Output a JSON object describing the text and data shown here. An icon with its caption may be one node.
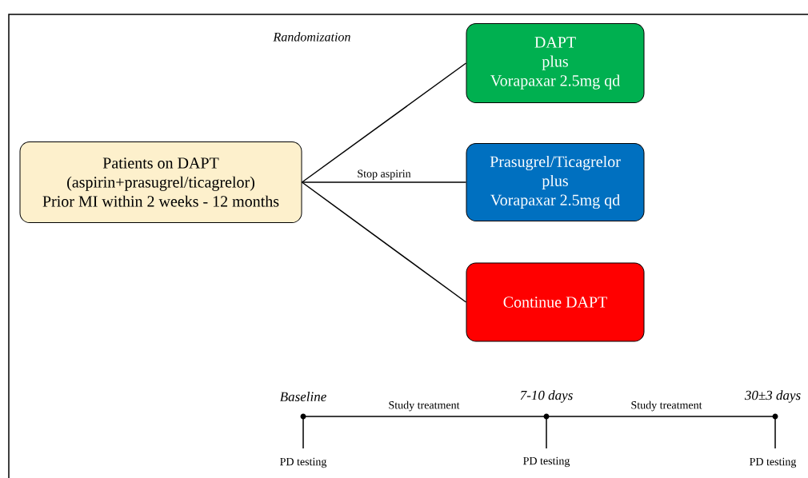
{
  "diagram": {
    "nodes": [
      {
        "text": [
          "Patients on DAPT",
          "(aspirin+prasugrel/ticagrelor)",
          "Prior MI within 2 weeks - 12 months"
        ]
      },
      {
        "text": [
          "DAPT",
          "plus",
          "Vorapaxar 2.5mg qd"
        ]
      },
      {
        "text": [
          "Prasugrel/Ticagrelor",
          "plus",
          "Vorapaxar 2.5mg qd"
        ]
      },
      {
        "text": [
          "Continue DAPT"
        ]
      }
    ],
    "edges": [
      {
        "from": 0,
        "to": 1,
        "arrow": "none"
      },
      {
        "from": 0,
        "to": 2,
        "arrow": "none",
        "label": "Stop aspirin"
      },
      {
        "from": 0,
        "to": 3,
        "arrow": "none"
      }
    ],
    "labels": [
      "Randomization",
      "Baseline",
      "7-10 days",
      "30±3 days",
      "Study treatment",
      "Study treatment",
      "PD testing",
      "PD testing",
      "PD testing"
    ]
  }
}
